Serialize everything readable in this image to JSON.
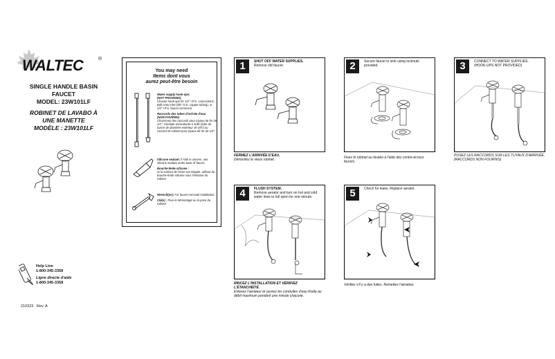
{
  "brand": {
    "name": "WALTEC",
    "reg": "®"
  },
  "title": {
    "en_line1": "SINGLE HANDLE BASIN",
    "en_line2": "FAUCET",
    "en_model": "MODEL: 23W101LF",
    "fr_line1": "ROBINET DE LAVABO À",
    "fr_line2": "UNE MANETTE",
    "fr_model": "MODÈLE : 23W101LF"
  },
  "help": {
    "label_en": "Help Line",
    "phone_en": "1-800-345-3358",
    "label_fr": "Ligne directe d'aide",
    "phone_fr": "1-800-345-3358"
  },
  "doc": {
    "number": "210323",
    "rev": "Rev. A"
  },
  "you_need": {
    "title_en": "You may need",
    "title_fr_1": "Items dont vous",
    "title_fr_2": "aurez peut-être besoin",
    "items": [
      {
        "en_bold": "Water supply hook-ups:",
        "en_bold2": "(NOT PROVIDED)",
        "en_text": "Choose hook-ups for 1/2\" I.P.S. connections. Ball nose inlet (3/8\" O.D. copper tubing), or 1/2\" I.P.S. faucet connector.",
        "fr_bold": "Raccords des tubes d'arrivée d'eau",
        "fr_bold2": "(NON FOURNIS)",
        "fr_text": "Choisissez des raccords pour tuyaux de fer de 1/2\", conduite ascendante à nulle (tube de cuivre de diamètre extérieur de 3/8\") ou raccord de robinet pour tuyaux de fer de 1/2\"."
      },
      {
        "en_bold": "Silicone sealant:",
        "en_text": "If sink is uneven, use silicone sealant under base of faucet.",
        "fr_bold": "Bouche-fente silicone :",
        "fr_text": "Si la surface de l'évier est inégale, utilisez du bouche-fente silicone sous l'embase du robinet."
      },
      {
        "en_bold": "Wrench(es):",
        "en_text": "For faucet removal/ installation.",
        "fr_bold": "Clé(s) :",
        "fr_text": "Pour le démontage ou la pose du robinet."
      }
    ]
  },
  "steps": [
    {
      "num": "1",
      "en_bold": "SHUT OFF WATER SUPPLIES.",
      "en_text": "Remove old faucet.",
      "fr_bold": "FERMEZ L'ARRIVÉE D'EAU.",
      "fr_text": "Démontez le vieux robinet."
    },
    {
      "num": "2",
      "en_bold": "",
      "en_text": "Secure faucet to sink using locknuts provided.",
      "fr_bold": "",
      "fr_text": "Fixez le robinet au lavabo à l'aide des contre-écrous fournis."
    },
    {
      "num": "3",
      "en_bold": "",
      "en_text": "CONNECT TO WATER SUPPLIES. (HOOK-UPS NOT PROVIDED)",
      "fr_bold": "",
      "fr_text": "POSEZ LES RACCORDS SUR LES TUYAUX D'ARRIVÉE. (RACCORDS NON FOURNIS)"
    },
    {
      "num": "4",
      "en_bold": "FLUSH SYSTEM.",
      "en_text": "Remove aerator and turn on hot and cold water lines to full open for one minute.",
      "fr_bold": "RINCEZ L'INSTALLATION ET VÉRIFIEZ L'ÉTANCHÉITÉ.",
      "fr_text": "Enlevez l'aérateur et ouvrez les conduites d'eau froide au débit maximum pendant une minute chacune."
    },
    {
      "num": "5",
      "en_bold": "",
      "en_text": "Check for leaks. Replace aerator.",
      "fr_bold": "",
      "fr_text": "Vérifiez s'il y a des fuites. Remettez l'aérateur."
    }
  ]
}
